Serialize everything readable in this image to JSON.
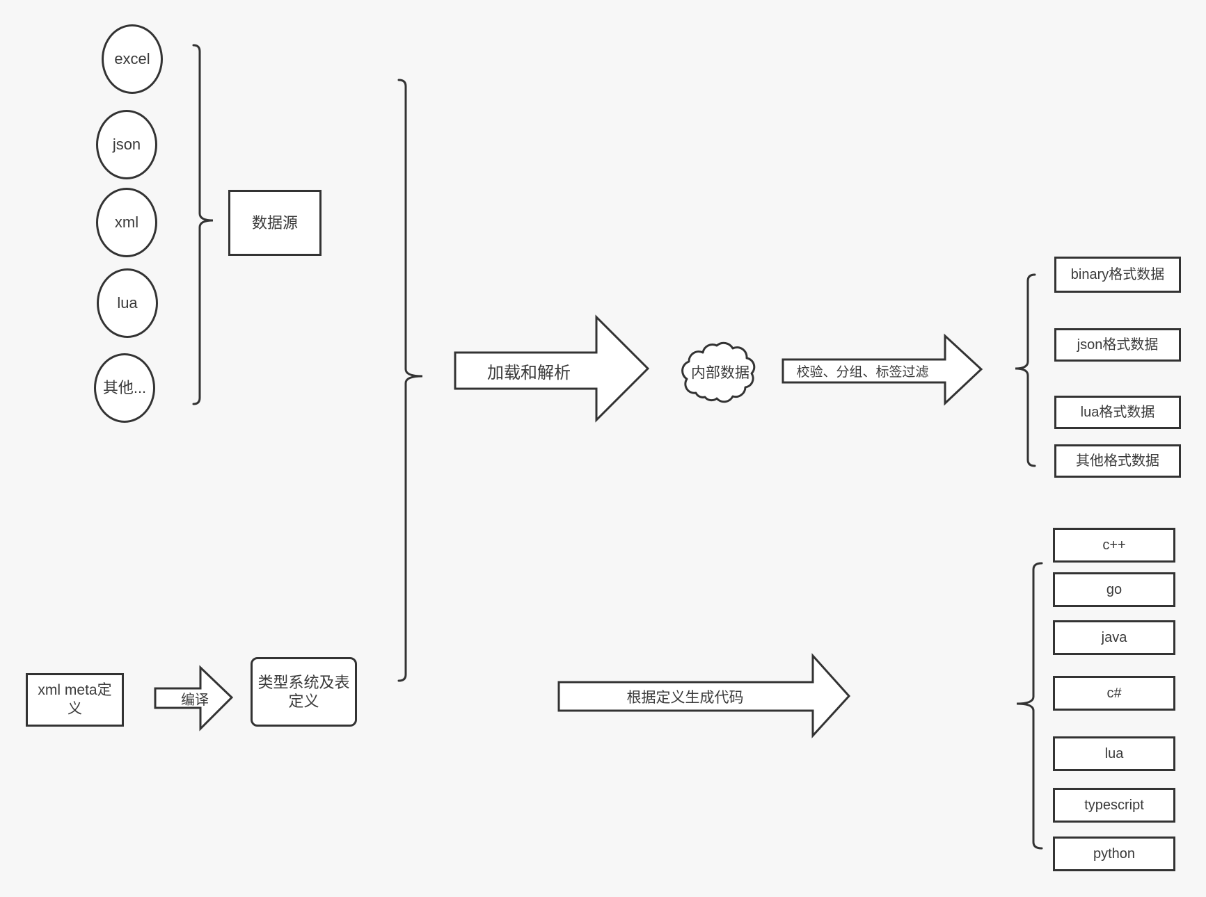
{
  "colors": {
    "background": "#f7f7f7",
    "stroke": "#333333",
    "node_fill": "#ffffff",
    "text": "#3a3a3a"
  },
  "sources": {
    "labels": [
      "excel",
      "json",
      "xml",
      "lua",
      "其他..."
    ],
    "group_label": "数据源"
  },
  "pipeline": {
    "load_parse_label": "加载和解析",
    "internal_data_label": "内部数据",
    "filter_label": "校验、分组、标签过滤",
    "generate_label": "根据定义生成代码"
  },
  "meta": {
    "xml_meta_label": "xml meta定义",
    "compile_label": "编译",
    "type_system_label": "类型系统及表定义"
  },
  "outputs": {
    "format_labels": [
      "binary格式数据",
      "json格式数据",
      "lua格式数据",
      "其他格式数据"
    ],
    "language_labels": [
      "c++",
      "go",
      "java",
      "c#",
      "lua",
      "typescript",
      "python"
    ]
  }
}
